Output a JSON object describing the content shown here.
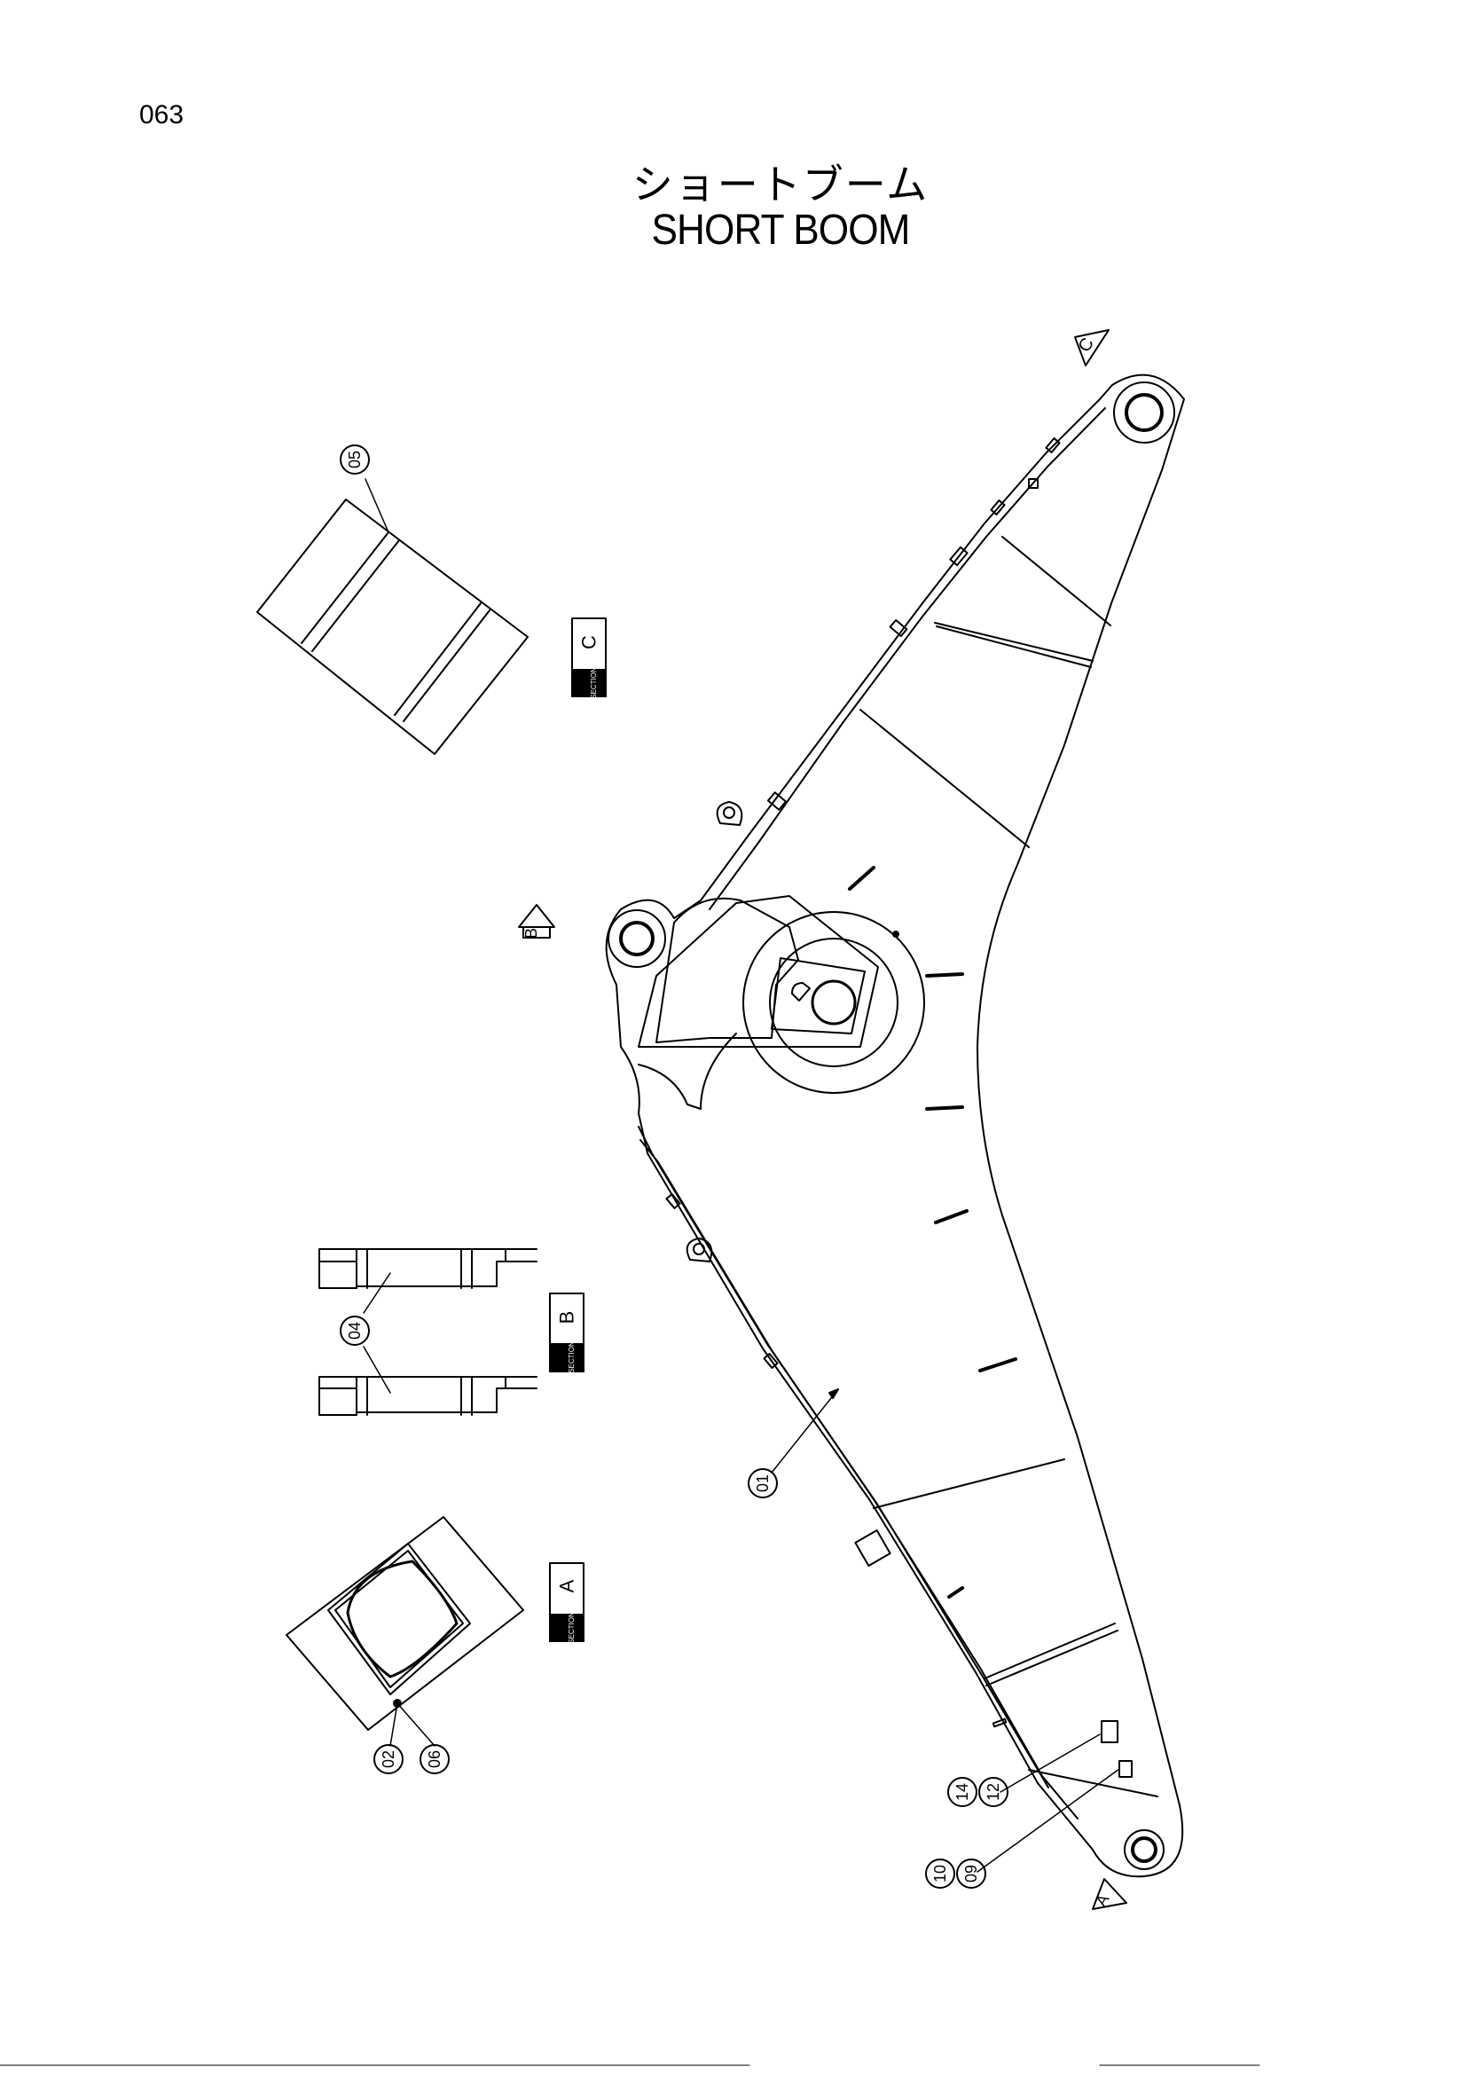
{
  "page": {
    "number": "063"
  },
  "title": {
    "japanese": "ショートブーム",
    "english": "SHORT BOOM"
  },
  "sections": [
    {
      "id": "C",
      "word": "SECTION",
      "letter": "C"
    },
    {
      "id": "B",
      "word": "SECTION",
      "letter": "B"
    },
    {
      "id": "A",
      "word": "SECTION",
      "letter": "A"
    }
  ],
  "views": {
    "a": "A",
    "b": "B",
    "c": "C"
  },
  "callouts": {
    "p01": "01",
    "p02": "02",
    "p04": "04",
    "p05": "05",
    "p06": "06",
    "p09": "09",
    "p10": "10",
    "p12": "12",
    "p14": "14"
  }
}
